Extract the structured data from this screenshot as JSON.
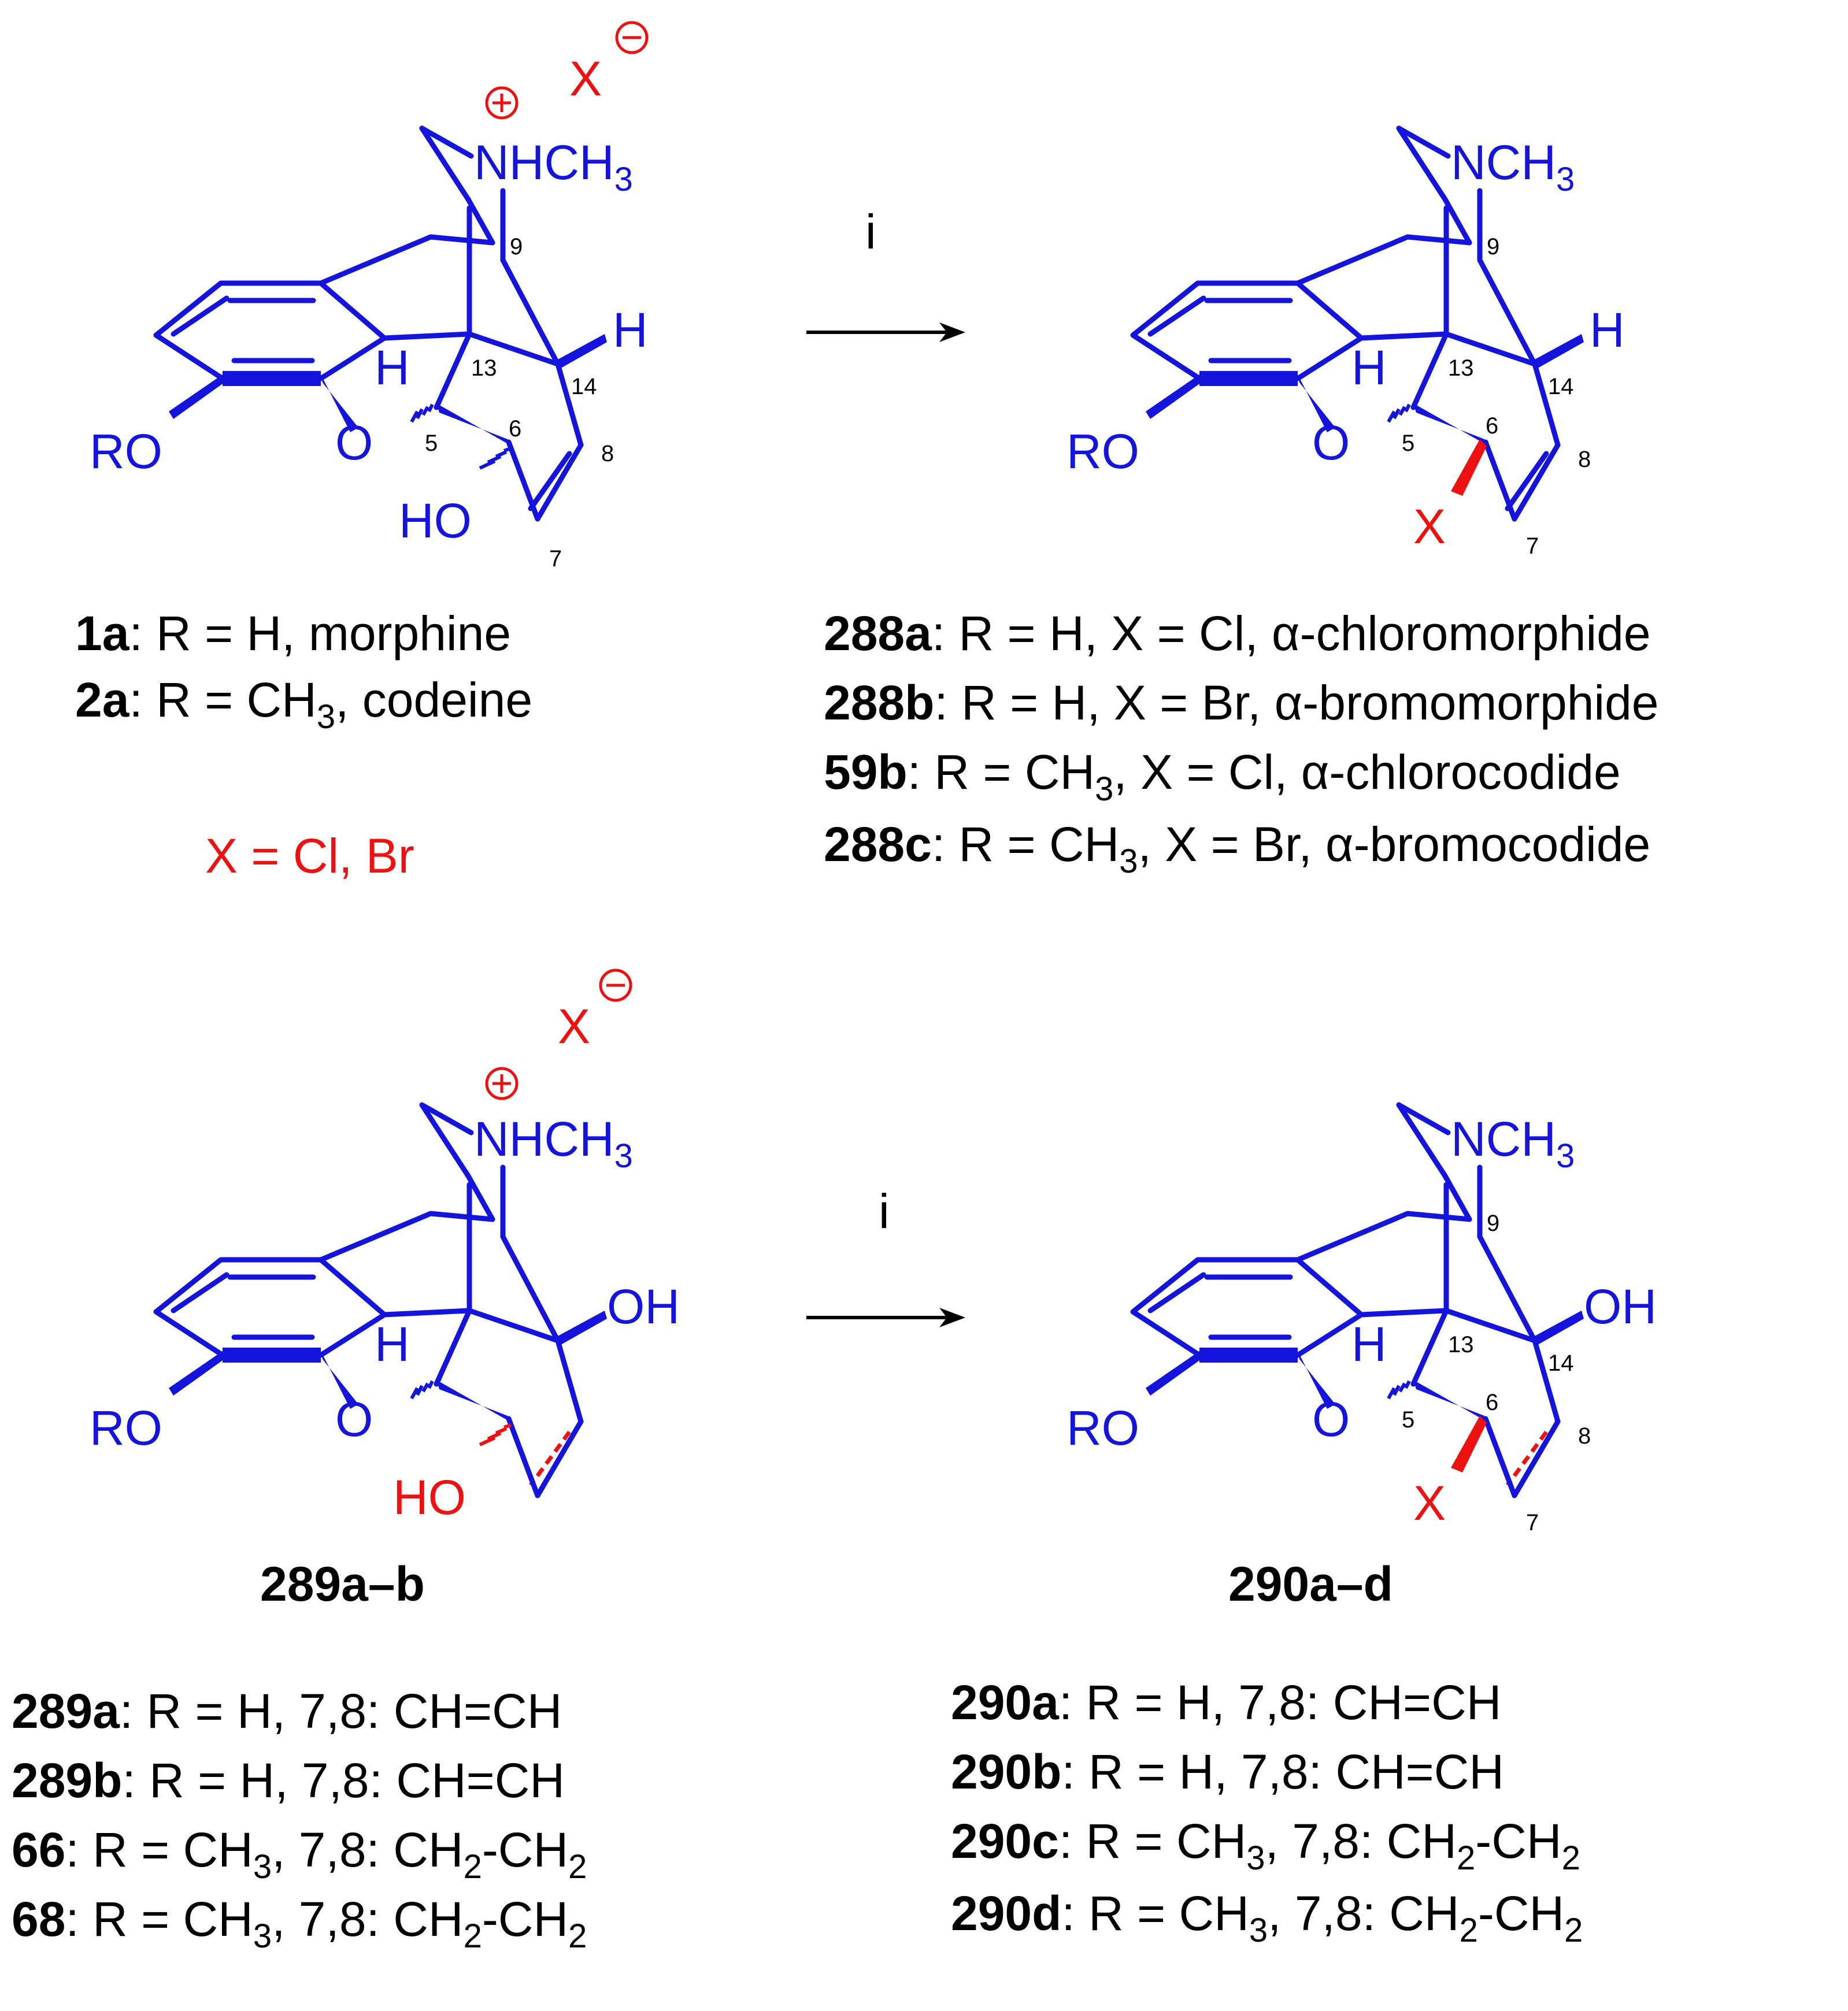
{
  "reagent_label": "i",
  "molecules": {
    "s1": {
      "ro": "RO",
      "o": "O",
      "h": "H",
      "h14": "H",
      "ho": "HO",
      "n": "NHCH",
      "n_sub": "3",
      "x": "X",
      "n9": "9",
      "n13": "13",
      "n14": "14",
      "n5": "5",
      "n6": "6",
      "n8": "8",
      "n7": "7"
    },
    "s2": {
      "ro": "RO",
      "o": "O",
      "h": "H",
      "h14": "H",
      "x": "X",
      "n": "NCH",
      "n_sub": "3",
      "n9": "9",
      "n13": "13",
      "n14": "14",
      "n5": "5",
      "n6": "6",
      "n8": "8",
      "n7": "7"
    },
    "s3": {
      "ro": "RO",
      "o": "O",
      "h": "H",
      "oh": "OH",
      "ho": "HO",
      "n": "NHCH",
      "n_sub": "3",
      "x": "X"
    },
    "s4": {
      "ro": "RO",
      "o": "O",
      "h": "H",
      "oh": "OH",
      "x": "X",
      "n": "NCH",
      "n_sub": "3",
      "n9": "9",
      "n13": "13",
      "n14": "14",
      "n5": "5",
      "n6": "6",
      "n8": "8",
      "n7": "7"
    }
  },
  "legend_top_left": [
    {
      "id": "1a",
      "text": ": R = H, morphine"
    },
    {
      "id": "2a",
      "pre": ": R = CH",
      "sub": "3",
      "post": ", codeine"
    }
  ],
  "x_definition": "X = Cl, Br",
  "legend_top_right": [
    {
      "id": "288a",
      "pre": ": R = H, X = Cl, ",
      "greek": "α",
      "post": "-chloromorphide"
    },
    {
      "id": "288b",
      "pre": ": R = H, X = Br, ",
      "greek": "α",
      "post": "-bromomorphide"
    },
    {
      "id": "59b",
      "pre": ": R = CH",
      "sub": "3",
      "mid": ", X = Cl, ",
      "greek": "α",
      "post": "-chlorocodide"
    },
    {
      "id": "288c",
      "pre": ": R = CH",
      "sub": "3",
      "mid": ", X = Br, ",
      "greek": "α",
      "post": "-bromocodide"
    }
  ],
  "compound_label_bottom_left": "289a–b",
  "compound_label_bottom_right": "290a–d",
  "legend_bottom_left": [
    {
      "id": "289a",
      "pre": ": R = H, 7,8: CH=CH"
    },
    {
      "id": "289b",
      "pre": ": R = H, 7,8: CH=CH"
    },
    {
      "id": "66",
      "pre": ": R = CH",
      "sub": "3",
      "mid": ", 7,8: CH",
      "sub2": "2",
      "post": "-CH",
      "sub3": "2"
    },
    {
      "id": "68",
      "pre": ": R = CH",
      "sub": "3",
      "mid": ", 7,8: CH",
      "sub2": "2",
      "post": "-CH",
      "sub3": "2"
    }
  ],
  "legend_bottom_right": [
    {
      "id": "290a",
      "pre": ": R = H, 7,8: CH=CH"
    },
    {
      "id": "290b",
      "pre": ": R = H, 7,8: CH=CH"
    },
    {
      "id": "290c",
      "pre": ": R = CH",
      "sub": "3",
      "mid": ", 7,8: CH",
      "sub2": "2",
      "post": "-CH",
      "sub3": "2"
    },
    {
      "id": "290d",
      "pre": ": R = CH",
      "sub": "3",
      "mid": ", 7,8: CH",
      "sub2": "2",
      "post": "-CH",
      "sub3": "2"
    }
  ],
  "colors": {
    "structure": "#1414dc",
    "highlight": "#ee1111",
    "text": "#000000"
  }
}
